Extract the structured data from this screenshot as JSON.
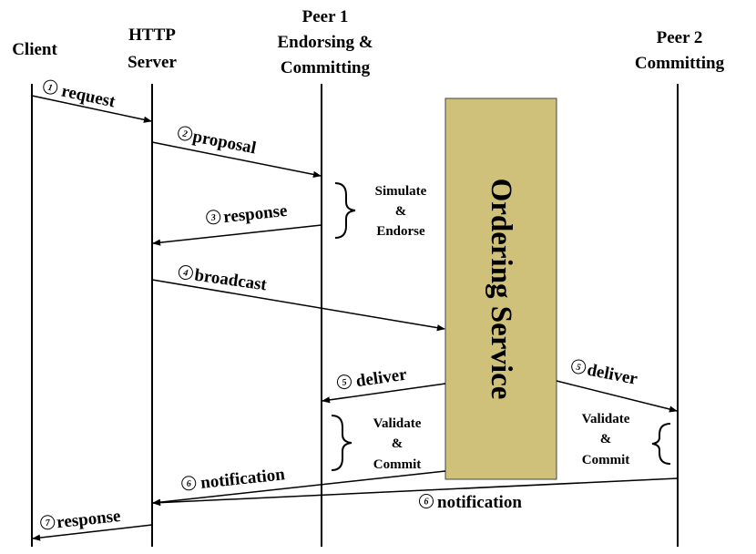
{
  "actors": {
    "client": [
      "Client"
    ],
    "http_server": [
      "HTTP",
      "Server"
    ],
    "peer1": [
      "Peer 1",
      "Endorsing &",
      "Committing"
    ],
    "peer2": [
      "Peer 2",
      "Committing"
    ]
  },
  "ordering_service": {
    "label": "Ordering Service",
    "fill": "#cfc07a"
  },
  "messages": [
    {
      "step": "1",
      "label": "request"
    },
    {
      "step": "2",
      "label": "proposal"
    },
    {
      "step": "3",
      "label": "response"
    },
    {
      "step": "4",
      "label": "broadcast"
    },
    {
      "step": "5",
      "label": "deliver"
    },
    {
      "step": "5",
      "label": "deliver"
    },
    {
      "step": "6",
      "label": "notification"
    },
    {
      "step": "6",
      "label": "notification"
    },
    {
      "step": "7",
      "label": "response"
    }
  ],
  "notes": {
    "simulate_endorse": [
      "Simulate",
      "&",
      "Endorse"
    ],
    "validate_commit_peer1": [
      "Validate",
      "&",
      "Commit"
    ],
    "validate_commit_peer2": [
      "Validate",
      "&",
      "Commit"
    ]
  }
}
